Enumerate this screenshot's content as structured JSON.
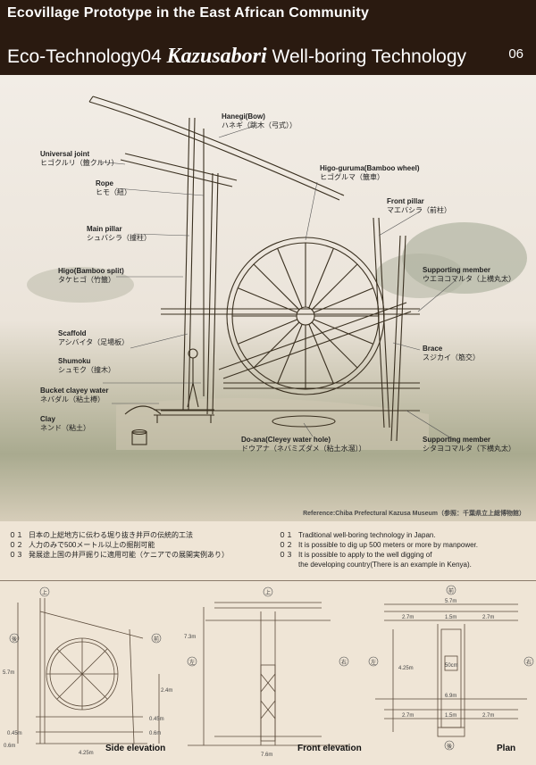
{
  "header": {
    "title": "Ecovillage Prototype  in the East African Community",
    "subtitle_prefix": "Eco-Technology04",
    "subtitle_italic": "Kazusabori",
    "subtitle_suffix": "Well-boring Technology",
    "page_number": "06"
  },
  "labels": {
    "hanegi": {
      "en": "Hanegi(Bow)",
      "ja": "ハネギ（跳木（弓式））"
    },
    "universal": {
      "en": "Universal joint",
      "ja": "ヒゴクルリ（籤クルリ）"
    },
    "rope": {
      "en": "Rope",
      "ja": "ヒモ（紐）"
    },
    "main_pillar": {
      "en": "Main pillar",
      "ja": "シュバシラ（撞柱）"
    },
    "higo": {
      "en": "Higo(Bamboo split)",
      "ja": "タケヒゴ（竹籤）"
    },
    "scaffold": {
      "en": "Scaffold",
      "ja": "アシバイタ（足場板）"
    },
    "shumoku": {
      "en": "Shumoku",
      "ja": "シュモク（撞木）"
    },
    "bucket": {
      "en": "Bucket clayey water",
      "ja": "ネバダル（粘土樽）"
    },
    "clay": {
      "en": "Clay",
      "ja": "ネンド（粘土）"
    },
    "higo_guruma": {
      "en": "Higo-guruma(Bamboo wheel)",
      "ja": "ヒゴグルマ（籤車）"
    },
    "front_pillar": {
      "en": "Front pillar",
      "ja": "マエバシラ（前柱）"
    },
    "support_upper": {
      "en": "Supporting member",
      "ja": "ウエヨコマルタ（上横丸太）"
    },
    "brace": {
      "en": "Brace",
      "ja": "スジカイ（筋交）"
    },
    "support_lower": {
      "en": "Supporting member",
      "ja": "シタヨコマルタ（下横丸太）"
    },
    "doana": {
      "en": "Do-ana(Cleyey water hole)",
      "ja": "ドウアナ（ネバミズダメ（粘土水溜））"
    }
  },
  "reference": "Reference:Chiba Prefectural Kazusa Museum（参照：千葉県立上総博物館）",
  "notes_ja": [
    {
      "num": "０１",
      "text": "日本の上総地方に伝わる堀り抜き井戸の伝統的工法"
    },
    {
      "num": "０２",
      "text": "人力のみで500メートル以上の掘削可能"
    },
    {
      "num": "０３",
      "text": "発展途上国の井戸掘りに適用可能（ケニアでの展開実例あり）"
    }
  ],
  "notes_en": [
    {
      "num": "０１",
      "text": "Traditional well-boring technology in Japan."
    },
    {
      "num": "０２",
      "text": "It is possible to dig up 500 meters or more by manpower."
    },
    {
      "num": "０３",
      "text": "It is possible to apply to the well digging of"
    },
    {
      "num": "",
      "text": "the developing country(There is an example in Kenya)."
    }
  ],
  "drawings": {
    "side": {
      "caption": "Side elevation",
      "dims": {
        "height": "5.7m",
        "mid": "2.4m",
        "low1": "0.45m",
        "low2": "0.6m",
        "width": "4.25m",
        "left_low": "0.45m",
        "left_base": "0.6m"
      },
      "marks": {
        "top": "上",
        "back": "後",
        "front": "前"
      }
    },
    "front": {
      "caption": "Front elevation",
      "dims": {
        "height": "7.3m",
        "width": "7.6m"
      },
      "marks": {
        "top": "上",
        "left": "左",
        "right": "右"
      }
    },
    "plan": {
      "caption": "Plan",
      "dims": {
        "top": "5.7m",
        "seg_left": "2.7m",
        "seg_mid": "1.5m",
        "seg_right": "2.7m",
        "depth": "4.25m",
        "hole": "50cm",
        "mid_width": "6.9m",
        "bottom_mid": "1.5m"
      },
      "marks": {
        "front": "前",
        "back": "後",
        "left": "左",
        "right": "右"
      }
    }
  }
}
